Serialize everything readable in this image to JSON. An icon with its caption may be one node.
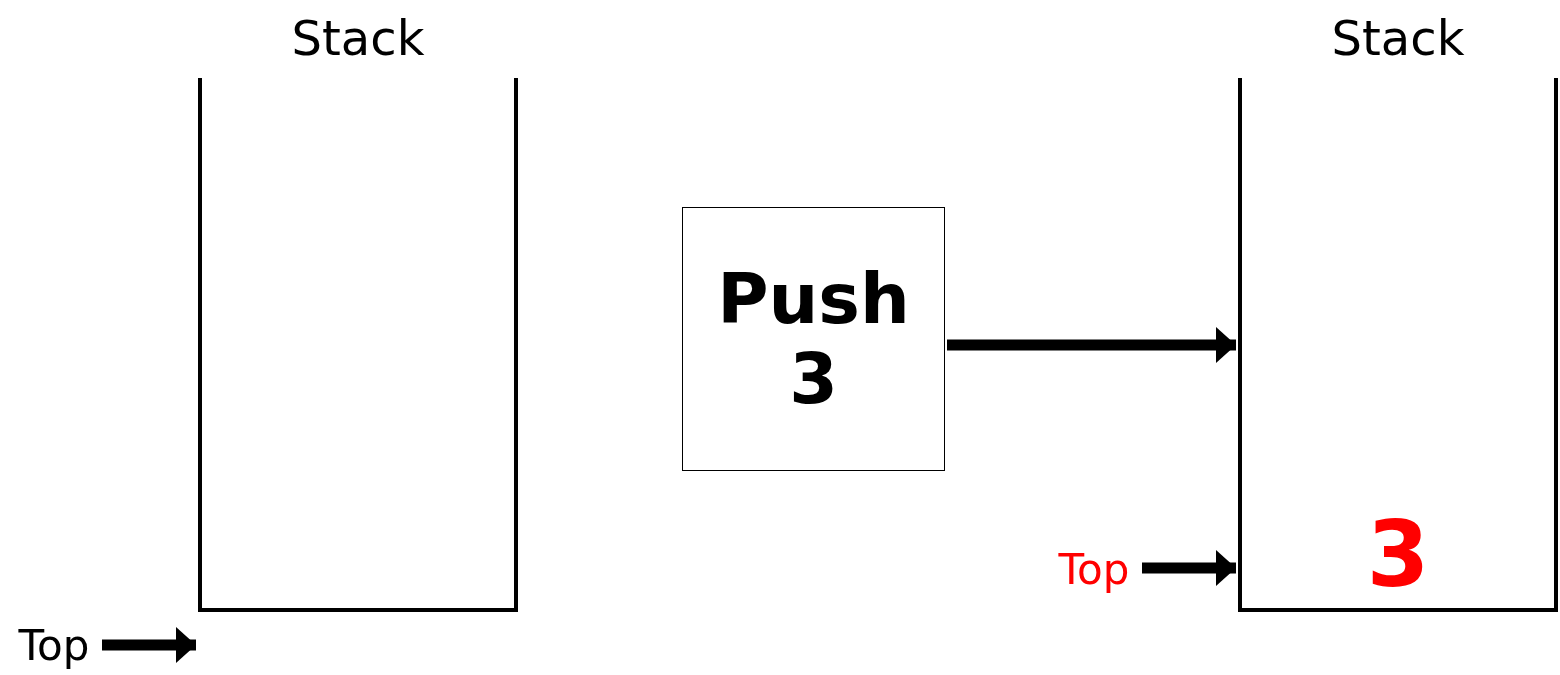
{
  "diagram": {
    "nodes": [
      {
        "text": [
          "Stack"
        ]
      },
      {
        "text": [
          "Top"
        ]
      },
      {
        "text": [
          "Push 3"
        ]
      },
      {
        "text": [
          "Stack"
        ]
      },
      {
        "text": [
          "3"
        ],
        "in": 3
      },
      {
        "text": [
          "Top"
        ]
      }
    ],
    "edges": [
      {
        "from": 1,
        "to": 0,
        "arrow": "to"
      },
      {
        "from": 2,
        "to": 3,
        "arrow": "to"
      },
      {
        "from": 5,
        "to": 3,
        "arrow": "to"
      }
    ]
  }
}
